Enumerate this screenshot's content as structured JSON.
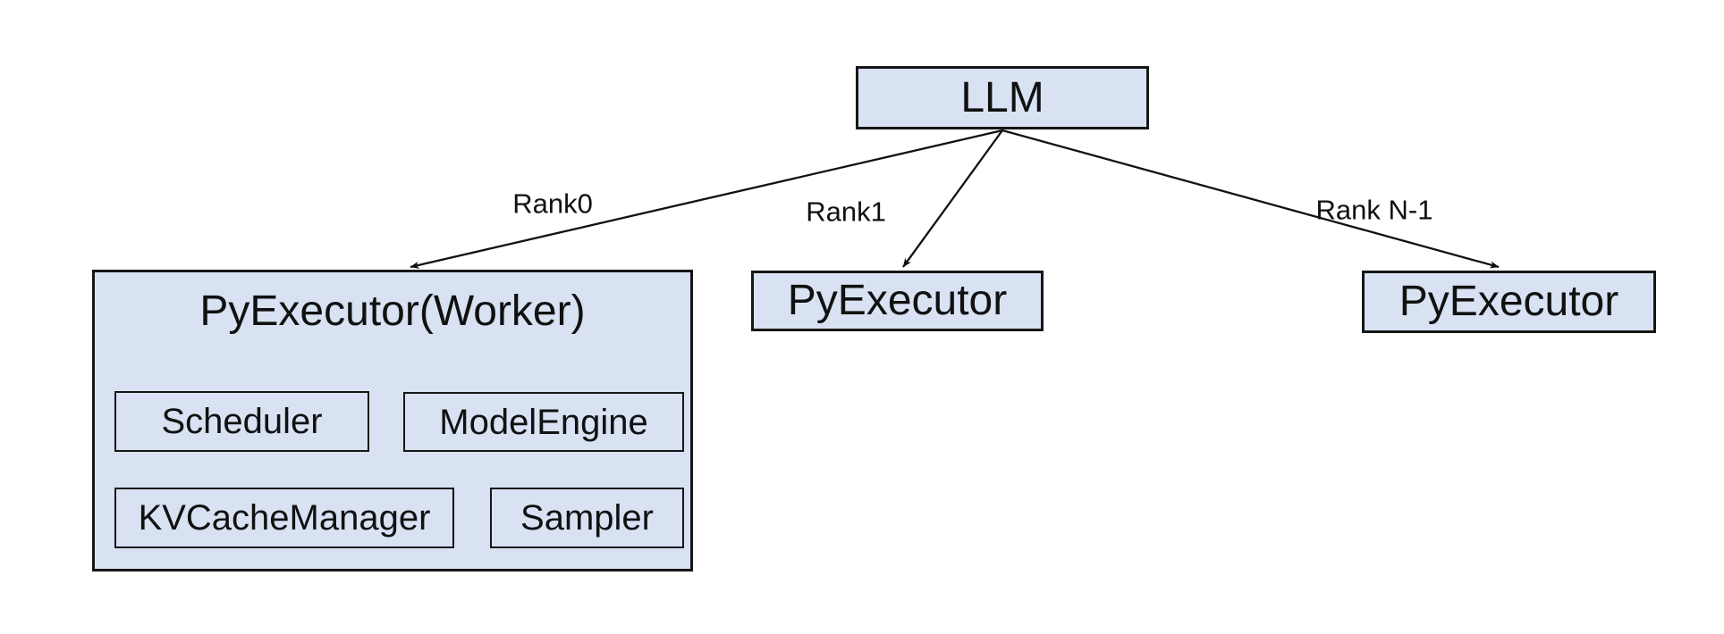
{
  "colors": {
    "box_fill": "#d8e2f2",
    "box_border": "#161616",
    "line": "#111111",
    "text": "#111111",
    "background": "#ffffff"
  },
  "root_node": {
    "label": "LLM"
  },
  "rank_labels": [
    {
      "text": "Rank0"
    },
    {
      "text": "Rank1"
    },
    {
      "text": "Rank N-1"
    }
  ],
  "worker_node": {
    "label": "PyExecutor(Worker)",
    "components": [
      {
        "label": "Scheduler"
      },
      {
        "label": "ModelEngine"
      },
      {
        "label": "KVCacheManager"
      },
      {
        "label": "Sampler"
      }
    ]
  },
  "executor_nodes": [
    {
      "label": "PyExecutor"
    },
    {
      "label": "PyExecutor"
    }
  ]
}
